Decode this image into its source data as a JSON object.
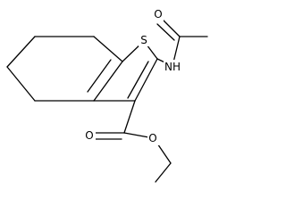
{
  "molecule": {
    "atoms": {
      "sulfur": "S",
      "amide_nitrogen": "NH",
      "acetyl_oxygen": "O",
      "carbonyl_oxygen": "O",
      "ester_oxygen": "O"
    }
  }
}
